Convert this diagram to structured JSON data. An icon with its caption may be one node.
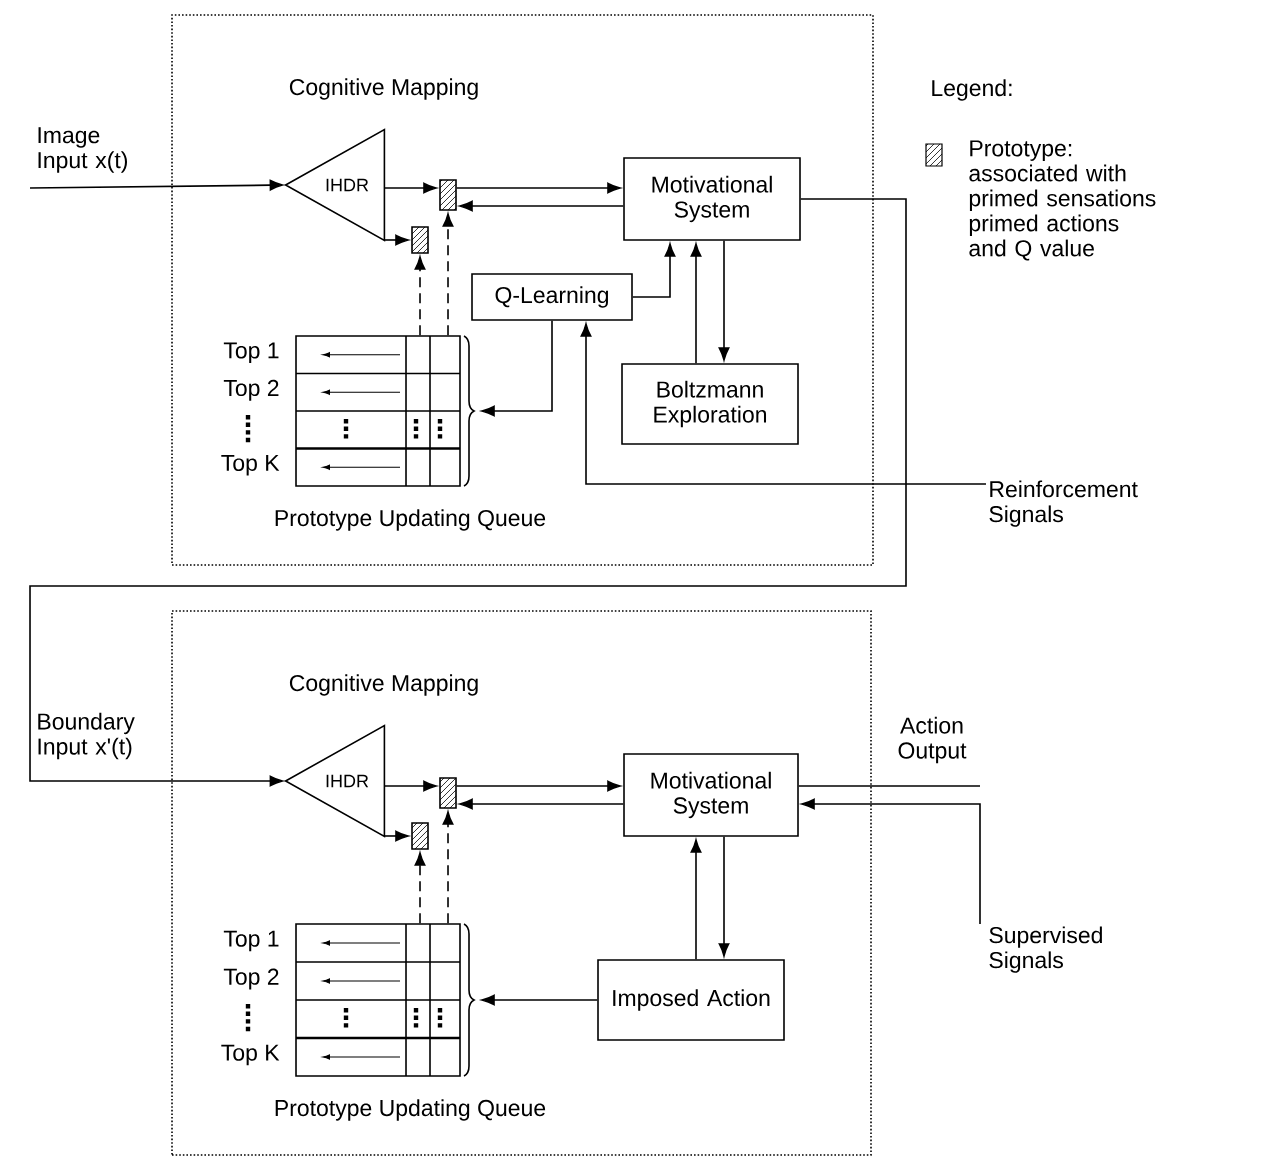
{
  "diagram": {
    "nodes": [
      {
        "text": [
          "Cognitive Mapping"
        ]
      },
      {
        "text": [
          "IHDR"
        ],
        "in": 0
      },
      {
        "text": [],
        "shape": "box",
        "in": 0
      },
      {
        "text": [],
        "shape": "box",
        "in": 0
      },
      {
        "text": [
          "Motivational System"
        ],
        "in": 0
      },
      {
        "text": [
          "Q-Learning"
        ],
        "in": 0
      },
      {
        "text": [],
        "shape": "box",
        "in": 0,
        "beside": [
          "Top 1",
          "Top 2",
          "Top K",
          "Prototype Updating Queue"
        ]
      },
      {
        "text": [
          "Boltzmann Exploration"
        ],
        "in": 0
      },
      {
        "text": [
          "Reinforcement Signals"
        ]
      },
      {
        "text": [
          "Cognitive Mapping"
        ]
      },
      {
        "text": [
          "IHDR"
        ],
        "in": 9
      },
      {
        "text": [],
        "shape": "box",
        "in": 9
      },
      {
        "text": [],
        "shape": "box",
        "in": 9
      },
      {
        "text": [
          "Motivational System"
        ],
        "in": 9
      },
      {
        "text": [],
        "shape": "box",
        "in": 9,
        "beside": [
          "Top 1",
          "Top 2",
          "Top K",
          "Prototype Updating Queue"
        ]
      },
      {
        "text": [
          "Imposed Action"
        ],
        "in": 9
      },
      {
        "text": [
          "Supervised Signals"
        ]
      }
    ],
    "edges": [
      {
        "from": null,
        "to": 1,
        "arrow": "to",
        "label": "Image Input x(t)"
      },
      {
        "from": 1,
        "to": 2,
        "arrow": "to"
      },
      {
        "from": 2,
        "to": 4,
        "arrow": "to"
      },
      {
        "from": 4,
        "to": 2,
        "arrow": "to"
      },
      {
        "from": 1,
        "to": 3,
        "arrow": "to"
      },
      {
        "from": 6,
        "to": 3,
        "arrow": "to",
        "style": "dashed"
      },
      {
        "from": 6,
        "to": 2,
        "arrow": "to",
        "style": "dashed"
      },
      {
        "from": 5,
        "to": 6,
        "arrow": "to"
      },
      {
        "from": 5,
        "to": 4,
        "arrow": "to"
      },
      {
        "from": 7,
        "to": 4,
        "arrow": "to"
      },
      {
        "from": 4,
        "to": 7,
        "arrow": "to"
      },
      {
        "from": 8,
        "to": 5,
        "arrow": "to"
      },
      {
        "from": 4,
        "to": 10,
        "arrow": "to",
        "label": "Boundary Input x'(t)"
      },
      {
        "from": 10,
        "to": 11,
        "arrow": "to"
      },
      {
        "from": 11,
        "to": 13,
        "arrow": "to"
      },
      {
        "from": 13,
        "to": 11,
        "arrow": "to"
      },
      {
        "from": 10,
        "to": 12,
        "arrow": "to"
      },
      {
        "from": 14,
        "to": 12,
        "arrow": "to",
        "style": "dashed"
      },
      {
        "from": 14,
        "to": 11,
        "arrow": "to",
        "style": "dashed"
      },
      {
        "from": 15,
        "to": 14,
        "arrow": "to"
      },
      {
        "from": 15,
        "to": 13,
        "arrow": "to"
      },
      {
        "from": 13,
        "to": 15,
        "arrow": "to"
      },
      {
        "from": 13,
        "to": null,
        "arrow": "none",
        "label": "Action Output"
      },
      {
        "from": 16,
        "to": 13,
        "arrow": "to"
      }
    ],
    "labels": [
      "Legend:"
    ],
    "legend": [
      {
        "text": "Prototype: associated with primed sensations primed actions and Q value"
      }
    ]
  }
}
